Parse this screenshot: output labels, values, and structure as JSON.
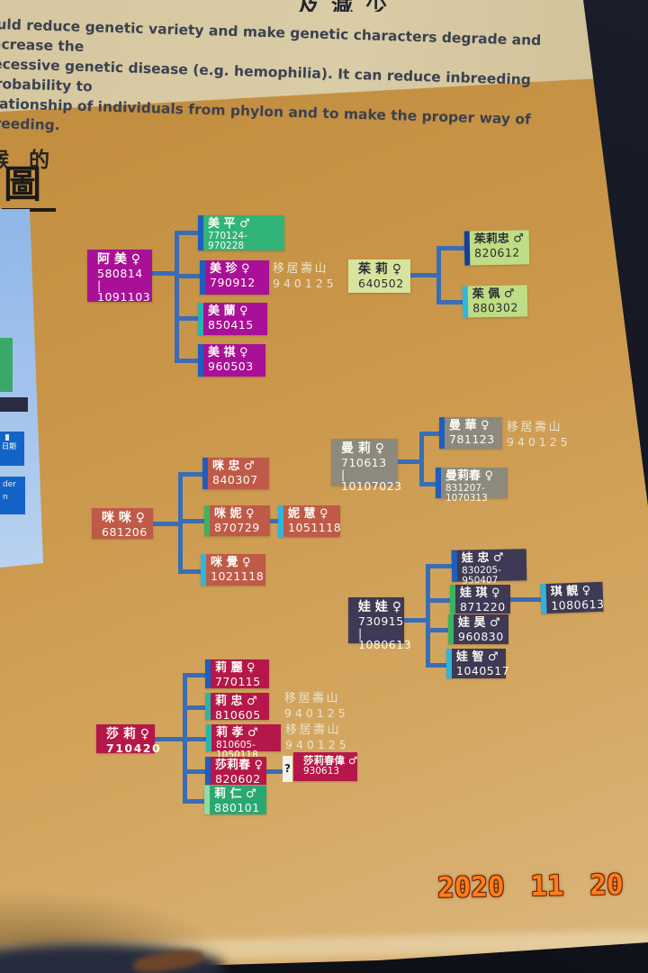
{
  "photo": {
    "date_stamp": "2020 11 20",
    "top_clipped_text": "及減少"
  },
  "header": {
    "paragraph_lines": [
      "ould reduce genetic variety and make genetic characters degrade and increase the",
      "recessive genetic disease (e.g. hemophilia). It can reduce inbreeding probability to",
      "elationship of individuals from phylon and to make the proper way of breeding."
    ]
  },
  "title_fragment": {
    "char_partial": "猴",
    "char2": "的",
    "big_char": "圖"
  },
  "legend_panel": {
    "date_label_partial": "日期",
    "gender_label_partial": "der\nn"
  },
  "palette": {
    "poster_orange": "#cc9a4e",
    "cream_strip": "#d6c7a0",
    "magenta": "#a81097",
    "green": "#31b478",
    "light_yellow_green": "#d8e49e",
    "light_green": "#bfdd85",
    "gray": "#8d897d",
    "terracotta": "#bf5a49",
    "navy": "#3e3954",
    "crimson": "#b5174a",
    "green_teal": "#2aa873",
    "connector_blue": "#3a6db6",
    "bar_blue": "#1d5ebe",
    "bar_dark_blue": "#173f96",
    "bar_teal": "#2cb3ab",
    "bar_cyan": "#2fb6dc",
    "bar_green": "#3cb45e",
    "bar_light_green": "#8fdca0",
    "note_text": "#ece4cd",
    "date_stamp_orange": "#ff7d1a"
  },
  "trees": [
    {
      "parent": {
        "label": "阿 美 ♀",
        "dates": "580814\n|\n1091103"
      },
      "children": [
        {
          "label": "美 平 ♂",
          "dates": "770124-970228"
        },
        {
          "label": "美 珍 ♀",
          "dates": "790912",
          "note1": "移居壽山",
          "note2": "940125"
        },
        {
          "label": "美 蘭 ♀",
          "dates": "850415"
        },
        {
          "label": "美 祺 ♀",
          "dates": "960503"
        }
      ]
    },
    {
      "parent": {
        "label": "茱 莉 ♀",
        "dates": "640502"
      },
      "children": [
        {
          "label": "茱莉忠 ♂",
          "dates": "820612"
        },
        {
          "label": "茱 佩 ♂",
          "dates": "880302"
        }
      ]
    },
    {
      "parent": {
        "label": "曼 莉 ♀",
        "dates": "710613\n|\n10107023"
      },
      "children": [
        {
          "label": "曼 華 ♀",
          "dates": "781123",
          "note1": "移居壽山",
          "note2": "940125"
        },
        {
          "label": "曼莉春 ♀",
          "dates": "831207-1070313"
        }
      ]
    },
    {
      "parent": {
        "label": "咪 咪 ♀",
        "dates": "681206"
      },
      "children": [
        {
          "label": "咪 忠 ♂",
          "dates": "840307"
        },
        {
          "label": "咪 妮 ♀",
          "dates": "870729",
          "child": {
            "label": "妮 慧 ♀",
            "dates": "1051118"
          }
        },
        {
          "label": "咪 覺 ♀",
          "dates": "1021118"
        }
      ]
    },
    {
      "parent": {
        "label": "娃 娃 ♀",
        "dates": "730915\n|\n1080613"
      },
      "children": [
        {
          "label": "娃 忠 ♂",
          "dates": "830205-950407"
        },
        {
          "label": "娃 琪 ♀",
          "dates": "871220",
          "child": {
            "label": "琪 靚 ♀",
            "dates": "1080613"
          }
        },
        {
          "label": "娃 昊 ♂",
          "dates": "960830"
        },
        {
          "label": "娃 智 ♂",
          "dates": "1040517"
        }
      ]
    },
    {
      "parent": {
        "label": "莎 莉 ♀",
        "dates": "710420"
      },
      "children": [
        {
          "label": "莉 麗 ♀",
          "dates": "770115"
        },
        {
          "label": "莉 忠 ♂",
          "dates": "810605",
          "note1": "移居壽山",
          "note2": "940125"
        },
        {
          "label": "莉 孝 ♂",
          "dates": "810605-1050118",
          "note1": "移居壽山",
          "note2": "940125"
        },
        {
          "label": "莎莉春 ♀",
          "dates": "820602",
          "uncertainty_mark": "?",
          "child": {
            "label": "莎莉春偉 ♂",
            "dates": "930613"
          }
        },
        {
          "label": "莉 仁 ♂",
          "dates": "880101"
        }
      ]
    }
  ]
}
